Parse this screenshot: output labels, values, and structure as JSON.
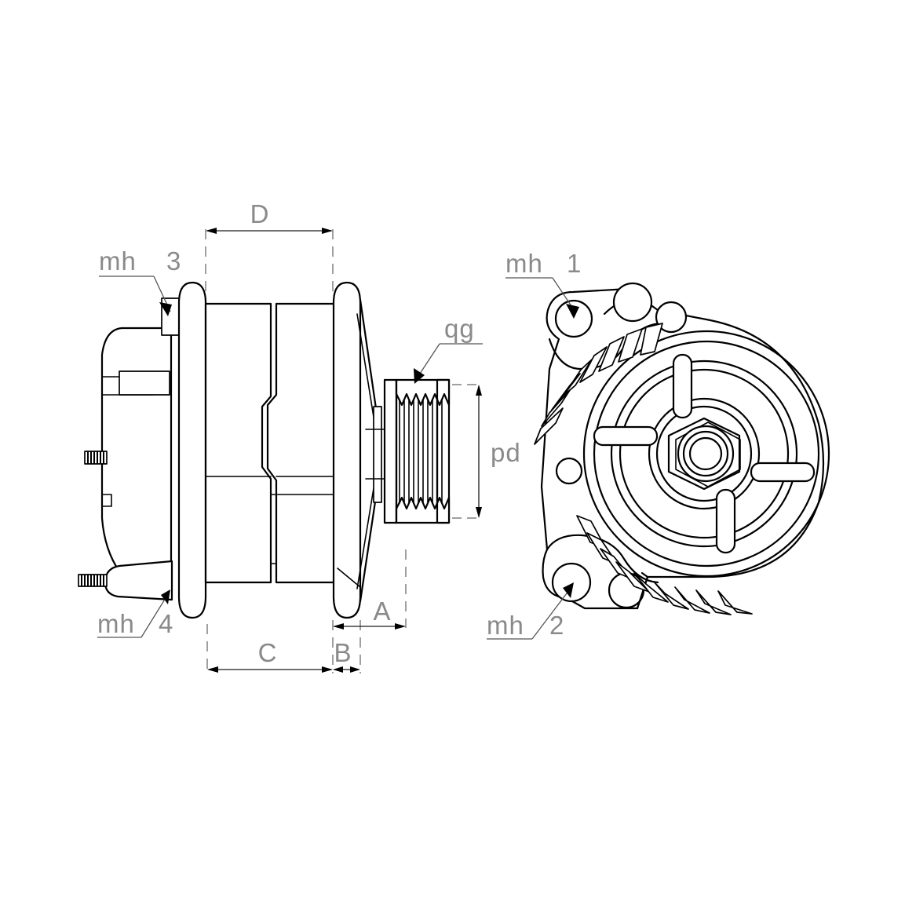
{
  "drawing": {
    "title": "Alternator technical drawing",
    "background_color": "#ffffff",
    "line_color": "#000000",
    "label_color": "#8a8a8a",
    "views": [
      {
        "name": "side-view",
        "position": "left"
      },
      {
        "name": "front-view",
        "position": "right"
      }
    ]
  },
  "labels": {
    "mh3": {
      "prefix": "mh",
      "number": "3"
    },
    "mh4": {
      "prefix": "mh",
      "number": "4"
    },
    "mh1": {
      "prefix": "mh",
      "number": "1"
    },
    "mh2": {
      "prefix": "mh",
      "number": "2"
    },
    "qg": {
      "text": "qg"
    }
  },
  "dimensions": {
    "A": {
      "text": "A",
      "orientation": "horizontal",
      "view": "side-view"
    },
    "B": {
      "text": "B",
      "orientation": "horizontal",
      "view": "side-view"
    },
    "C": {
      "text": "C",
      "orientation": "horizontal",
      "view": "side-view"
    },
    "D": {
      "text": "D",
      "orientation": "horizontal",
      "view": "side-view"
    },
    "pd": {
      "text": "pd",
      "orientation": "vertical",
      "view": "side-view"
    }
  },
  "components": {
    "pulley": {
      "name": "grooved-pulley",
      "groove_count": 6
    },
    "rear_housing": {
      "name": "rear-housing"
    },
    "stator_body": {
      "name": "stator-body"
    },
    "front_housing": {
      "name": "front-housing"
    },
    "hex_nut": {
      "name": "hex-nut"
    },
    "mounting_ear_top": {
      "name": "mounting-ear-top"
    },
    "mounting_ear_bottom": {
      "name": "mounting-ear-bottom"
    },
    "vent_slots_upper": {
      "count": 8
    },
    "vent_slots_lower": {
      "count": 9
    },
    "fan_spokes": {
      "count": 4
    },
    "terminal_studs": {
      "count": 2
    }
  }
}
